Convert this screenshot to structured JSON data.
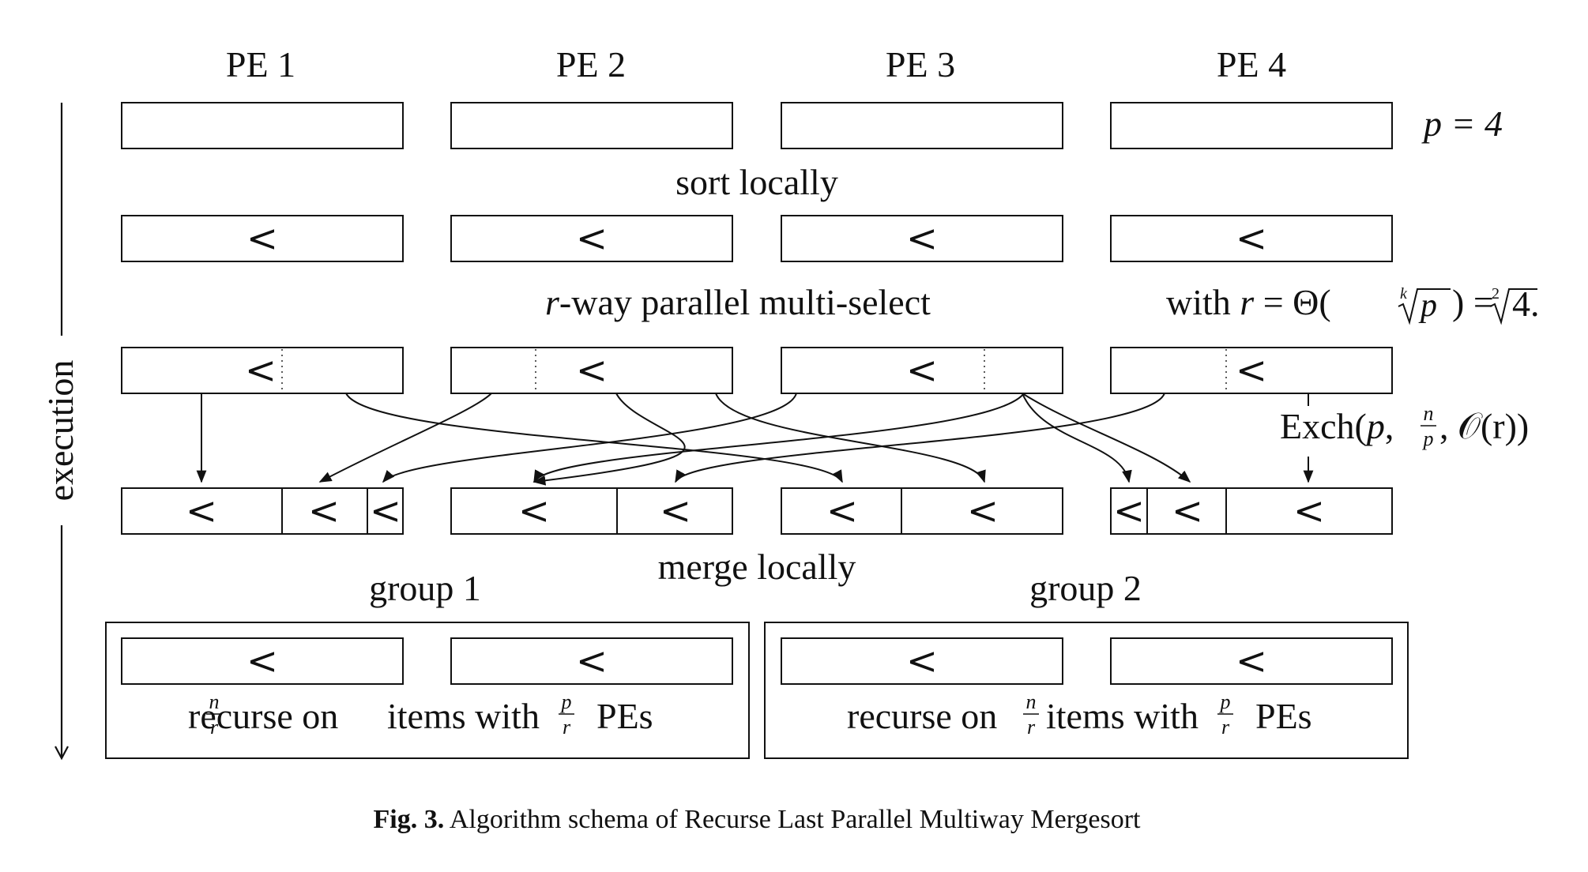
{
  "columns": {
    "pe1": "PE 1",
    "pe2": "PE 2",
    "pe3": "PE 3",
    "pe4": "PE 4"
  },
  "annotations": {
    "p_eq_4": "p = 4",
    "sort_locally": "sort locally",
    "multiselect": "r-way parallel multi-select",
    "multiselect_r": "r",
    "multiselect_rest": "-way parallel multi-select",
    "with_r_prefix": "with ",
    "with_r_mid": " = Θ(",
    "with_r_root_index": "k",
    "with_r_root_arg": "p",
    "with_r_tail": ") = ",
    "with_r_root2_index": "2",
    "with_r_root2_arg": "4.",
    "exch_prefix": "Exch(",
    "exch_p": "p",
    "exch_frac_num": "n",
    "exch_frac_den": "p",
    "exch_tail": ", 𝒪(r))",
    "merge_locally": "merge locally",
    "execution": "execution"
  },
  "glyphs": {
    "less_than": "<"
  },
  "groups": {
    "group1": "group 1",
    "group2": "group 2",
    "recurse_prefix": "recurse on ",
    "recurse_mid": " items with ",
    "recurse_suffix": " PEs",
    "frac_n": "n",
    "frac_p": "p",
    "frac_r": "r"
  },
  "caption": {
    "label": "Fig. 3.",
    "text": " Algorithm schema of Recurse Last Parallel Multiway Mergesort"
  }
}
